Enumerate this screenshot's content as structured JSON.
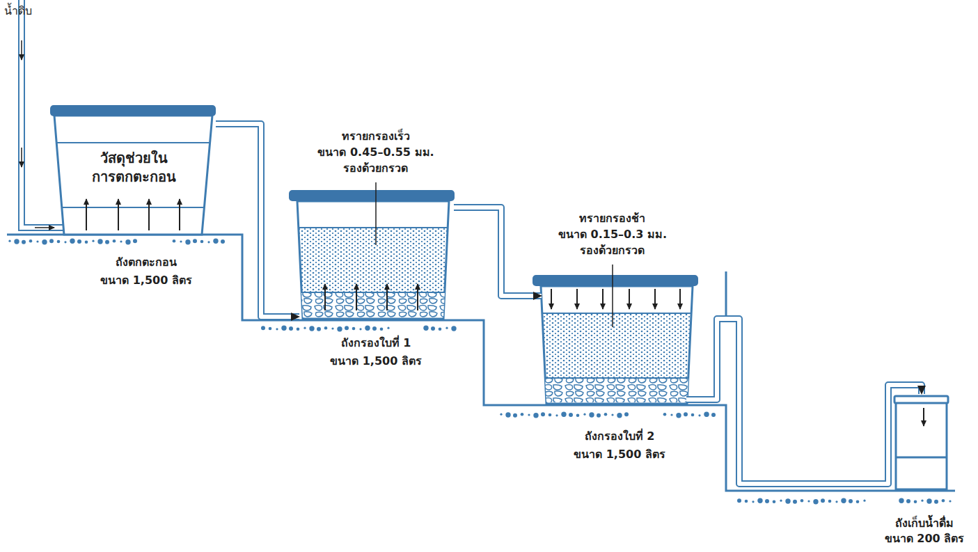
{
  "diagram": {
    "nodes": [
      {
        "text": [
          "วัสดุช่วยใน การตกตะกอน",
          "ถังตกตะกอน ขนาด 1,500 ลิตร"
        ]
      },
      {
        "text": [
          "ทรายกรองเร็ว ขนาด 0.45–0.55 มม. รองด้วยกรวด",
          "ถังกรองใบที่ 1 ขนาด 1,500 ลิตร"
        ]
      },
      {
        "text": [
          "ทรายกรองช้า ขนาด 0.15–0.3 มม. รองด้วยกรวด",
          "ถังกรองใบที่ 2 ขนาด 1,500 ลิตร"
        ]
      },
      {
        "text": [
          "ถังเก็บน้ำดื่ม ขนาด 200 ลิตร"
        ]
      }
    ],
    "edges": [
      {
        "from": 0,
        "to": 1,
        "arrow": "to"
      },
      {
        "from": 1,
        "to": 2,
        "arrow": "to"
      },
      {
        "from": 2,
        "to": 3,
        "arrow": "to"
      }
    ],
    "labels": [
      "น้ำดิบ"
    ]
  }
}
